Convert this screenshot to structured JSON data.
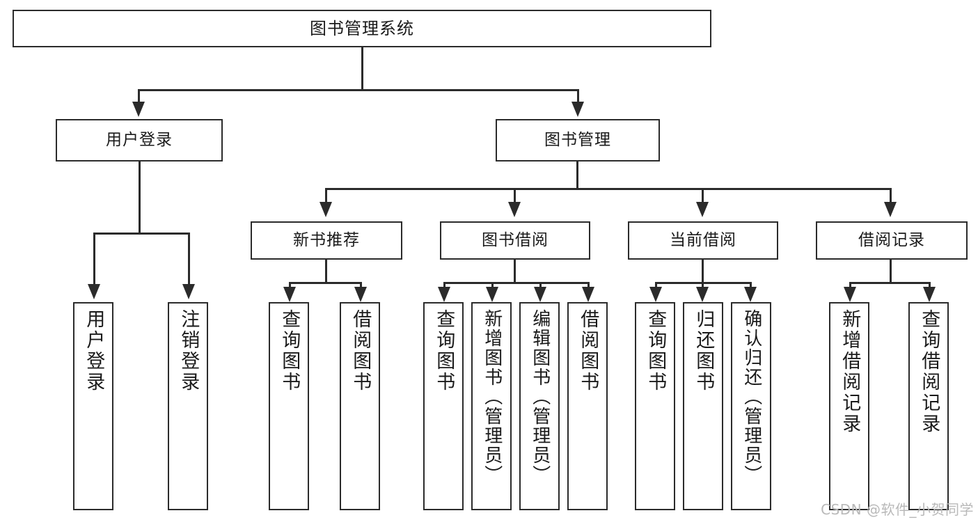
{
  "diagram": {
    "type": "tree",
    "title": "图书管理系统",
    "root": {
      "label": "图书管理系统"
    },
    "tier2": [
      {
        "label": "用户登录"
      },
      {
        "label": "图书管理"
      }
    ],
    "tier3": [
      {
        "label": "新书推荐"
      },
      {
        "label": "图书借阅"
      },
      {
        "label": "当前借阅"
      },
      {
        "label": "借阅记录"
      }
    ],
    "leaves": {
      "user_login": [
        {
          "label": "用户登录"
        },
        {
          "label": "注销登录"
        }
      ],
      "new_book_recommend": [
        {
          "label": "查询图书"
        },
        {
          "label": "借阅图书"
        }
      ],
      "book_borrow": [
        {
          "label": "查询图书"
        },
        {
          "label": "新增图书（管理员）"
        },
        {
          "label": "编辑图书（管理员）"
        },
        {
          "label": "借阅图书"
        }
      ],
      "current_borrow": [
        {
          "label": "查询图书"
        },
        {
          "label": "归还图书"
        },
        {
          "label": "确认归还（管理员）"
        }
      ],
      "borrow_record": [
        {
          "label": "新增借阅记录"
        },
        {
          "label": "查询借阅记录"
        }
      ]
    }
  },
  "watermark": {
    "text": "CSDN @软件_小贺同学"
  },
  "colors": {
    "stroke": "#2b2b2b",
    "background": "#ffffff",
    "text": "#1a1a1a",
    "watermark": "#b9b9b9"
  }
}
